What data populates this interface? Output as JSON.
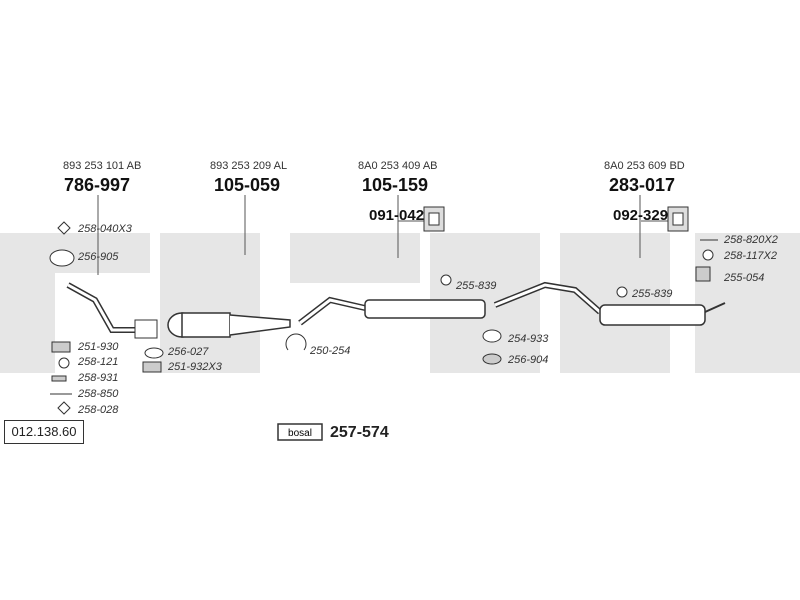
{
  "diagram_id": "012.138.60",
  "watermark": "bosal",
  "sections": [
    {
      "oem": "893 253 101 AB",
      "part": "786-997"
    },
    {
      "oem": "893 253 209 AL",
      "part": "105-059"
    },
    {
      "oem": "8A0 253 409 AB",
      "part": "105-159",
      "hanger": "091-042"
    },
    {
      "oem": "8A0 253 609 BD",
      "part": "283-017",
      "hanger": "092-329"
    }
  ],
  "fittings_left": [
    "258-040X3",
    "256-905",
    "251-930",
    "258-121",
    "258-931",
    "258-850",
    "258-028"
  ],
  "fittings_mid": [
    "256-027",
    "251-932X3",
    "250-254"
  ],
  "fittings_center": [
    "255-839",
    "254-933",
    "256-904"
  ],
  "fittings_right": [
    "255-839",
    "258-820X2",
    "258-117X2",
    "255-054"
  ],
  "kit": {
    "label": "257-574",
    "badge": "bosal"
  }
}
